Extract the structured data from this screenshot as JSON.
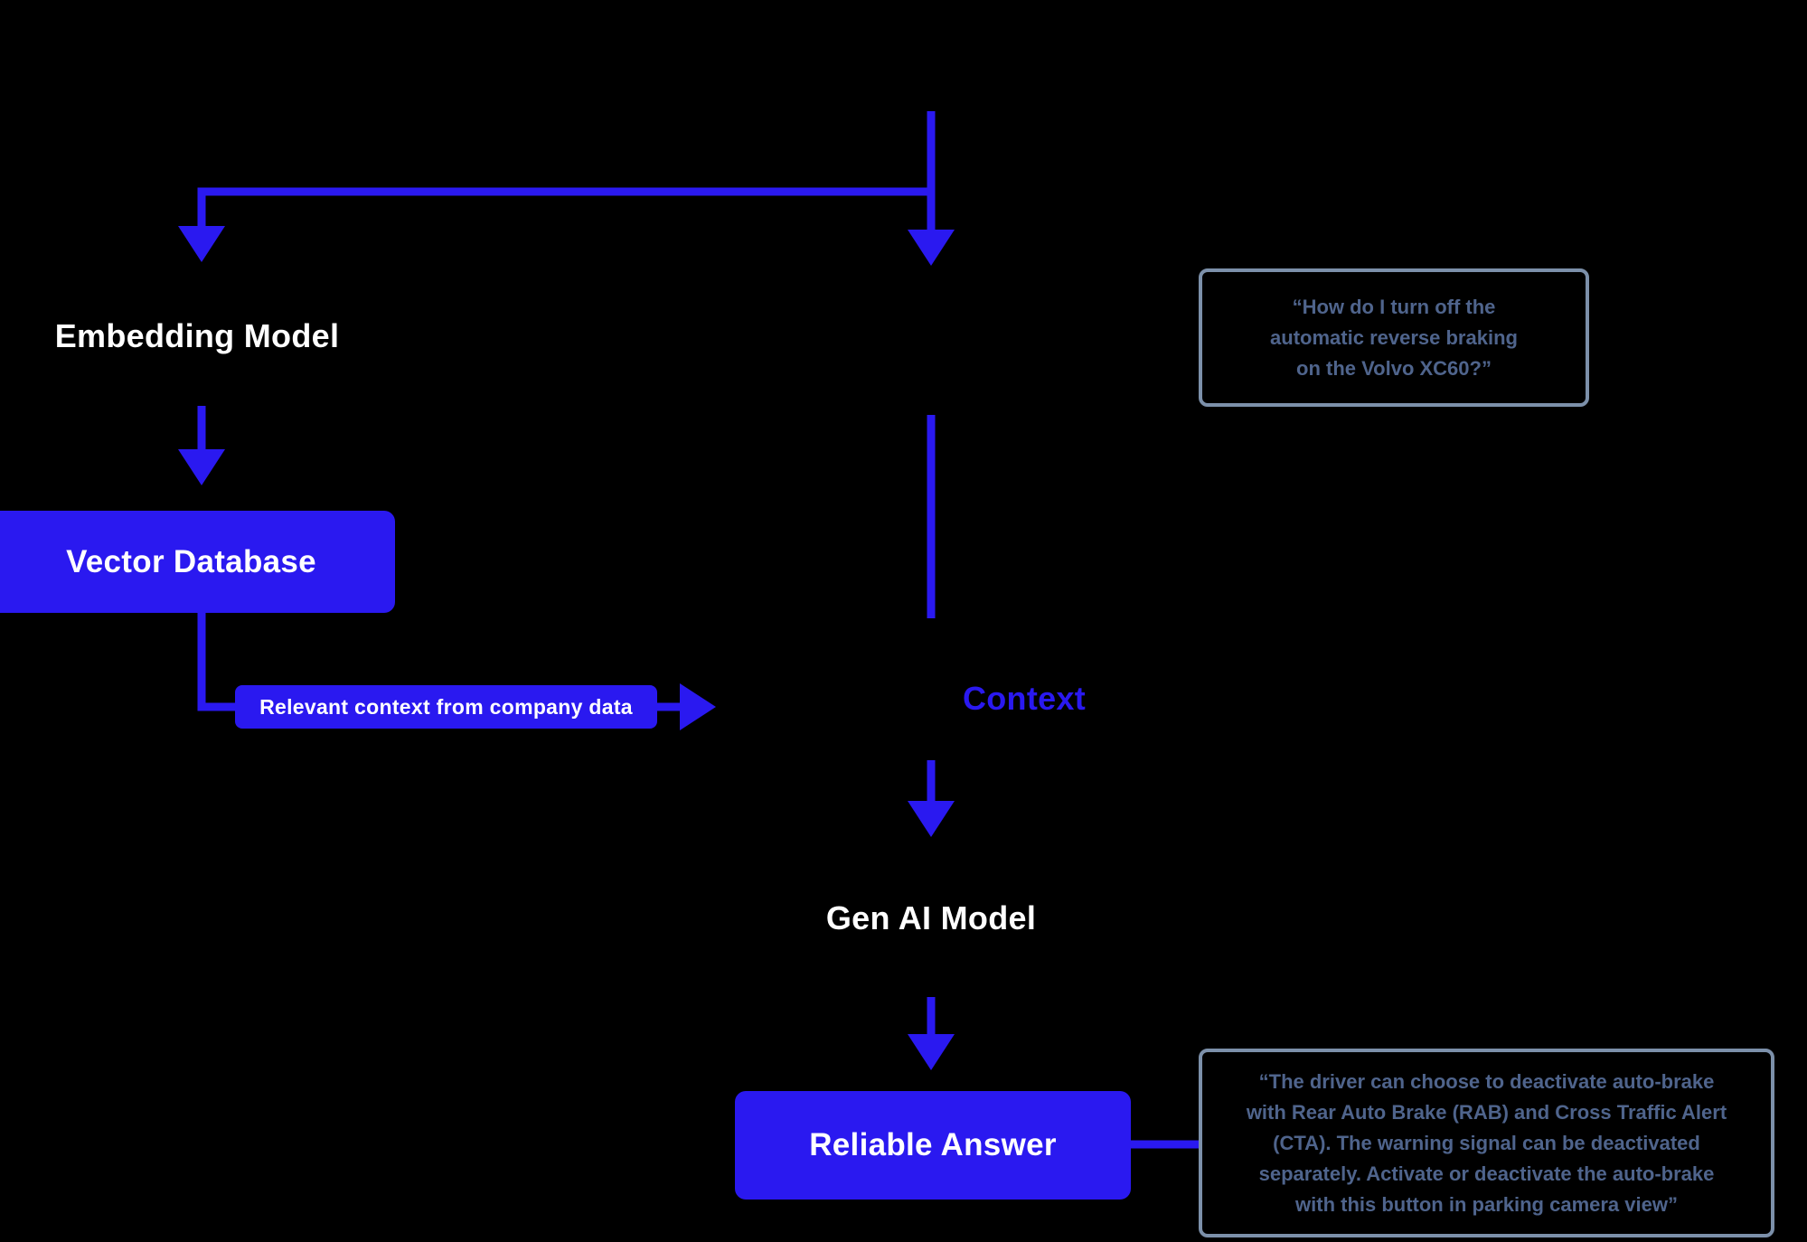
{
  "colors": {
    "background": "#000000",
    "accent_blue": "#2a19f0",
    "node_text": "#ffffff",
    "quote_border": "#7c90aa",
    "quote_text": "#4f648c"
  },
  "nodes": {
    "embedding_model": "Embedding Model",
    "vector_database": "Vector Database",
    "relevant_context_pill": "Relevant context from company data",
    "context_label": "Context",
    "gen_ai_model": "Gen AI Model",
    "reliable_answer": "Reliable Answer"
  },
  "quotes": {
    "question_lines": [
      "“How do I turn off the",
      "automatic reverse braking",
      "on the Volvo XC60?”"
    ],
    "answer_lines": [
      "“The driver can choose to deactivate auto-brake",
      "with Rear Auto Brake (RAB) and Cross Traffic Alert",
      "(CTA). The warning signal can be deactivated",
      "separately. Activate or deactivate the auto-brake",
      "with this button in parking camera view”"
    ]
  }
}
